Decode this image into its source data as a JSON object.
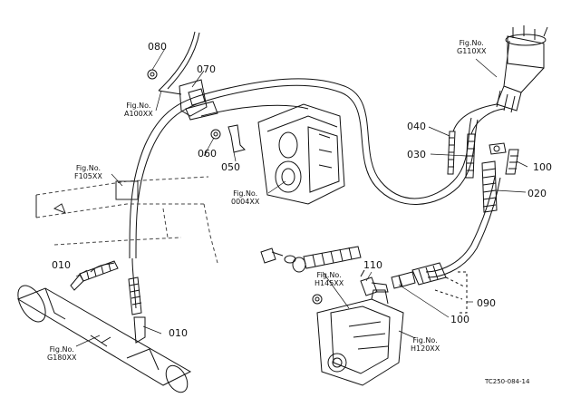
{
  "part_numbers": {
    "p010a": "010",
    "p010b": "010",
    "p020": "020",
    "p030": "030",
    "p040": "040",
    "p050": "050",
    "p060": "060",
    "p070": "070",
    "p080": "080",
    "p090": "090",
    "p100a": "100",
    "p100b": "100",
    "p110": "110"
  },
  "fig_refs": {
    "g110": {
      "prefix": "Fig.No.",
      "code": "G110XX"
    },
    "a100": {
      "prefix": "Fig.No.",
      "code": "A100XX"
    },
    "f105": {
      "prefix": "Fig.No.",
      "code": "F105XX"
    },
    "f0004": {
      "prefix": "Fig.No.",
      "code": "0004XX"
    },
    "h145": {
      "prefix": "Fig.No.",
      "code": "H145XX"
    },
    "h120": {
      "prefix": "Fig.No.",
      "code": "H120XX"
    },
    "g180": {
      "prefix": "Fig.No.",
      "code": "G180XX"
    }
  },
  "drawing_code": "TC250-084-14"
}
